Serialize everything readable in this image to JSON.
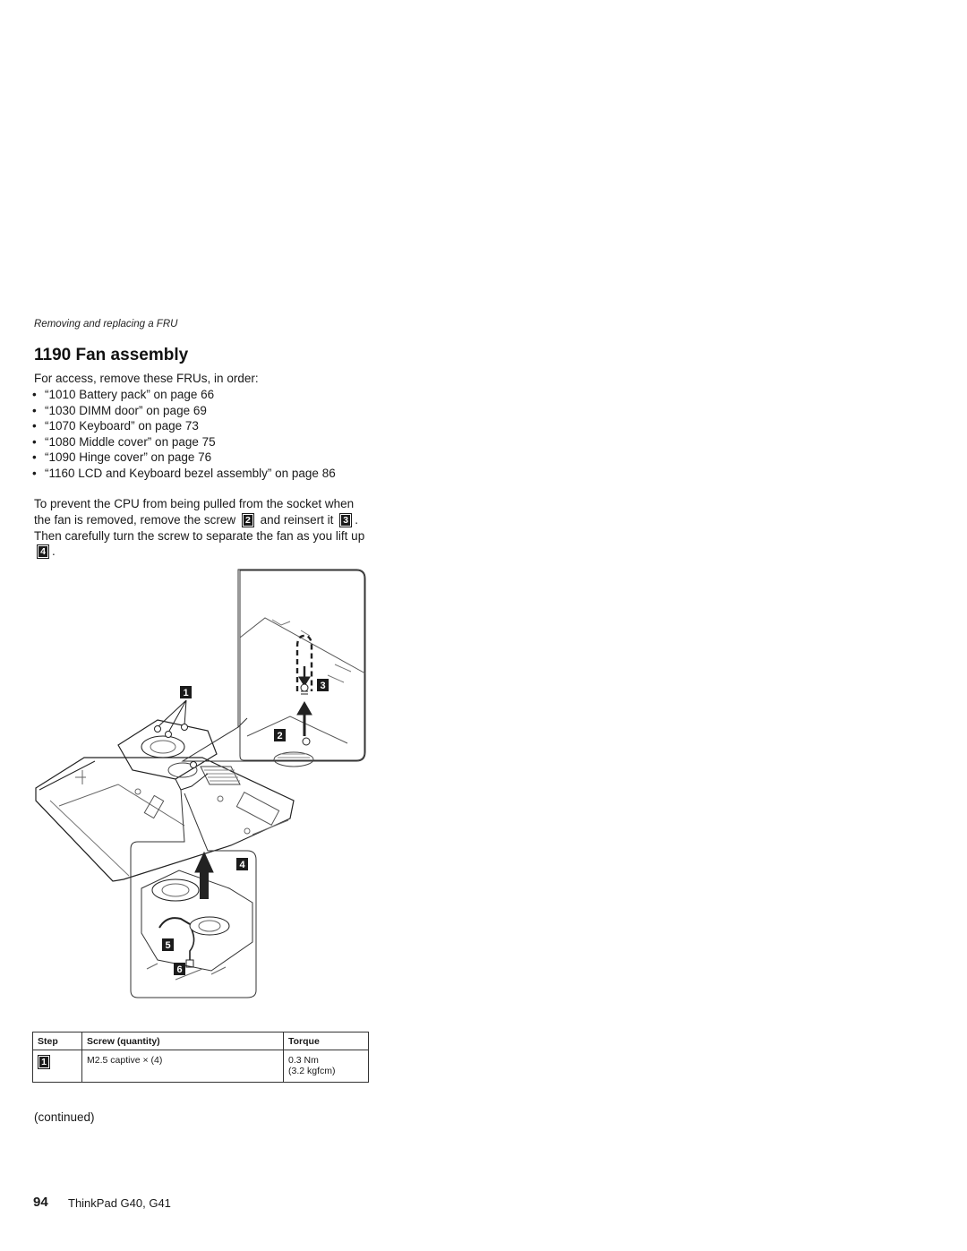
{
  "header": {
    "section": "Removing and replacing a FRU"
  },
  "title": "1190 Fan assembly",
  "intro": "For access, remove these FRUs, in order:",
  "prereqs": [
    "“1010 Battery pack” on page 66",
    "“1030 DIMM door” on page 69",
    "“1070 Keyboard” on page 73",
    "“1080 Middle cover” on page 75",
    "“1090 Hinge cover” on page 76",
    "“1160 LCD and Keyboard bezel assembly” on page 86"
  ],
  "instruction": {
    "part1": "To prevent the CPU from being pulled from the socket when the fan is removed, remove the screw",
    "step_a": "2",
    "part2": "and reinsert it",
    "step_b": "3",
    "part3": ". Then carefully turn the screw to separate the fan as you lift up",
    "step_c": "4",
    "part4": "."
  },
  "diagram": {
    "callouts": [
      "1",
      "2",
      "3",
      "4",
      "5",
      "6"
    ]
  },
  "table": {
    "headers": {
      "step": "Step",
      "screw": "Screw (quantity)",
      "torque": "Torque"
    },
    "rows": [
      {
        "step": "1",
        "screw": "M2.5 captive × (4)",
        "torque_nm": "0.3 Nm",
        "torque_kgfcm": "(3.2 kgfcm)"
      }
    ]
  },
  "continued": "(continued)",
  "footer": {
    "page_number": "94",
    "product": "ThinkPad G40, G41"
  }
}
